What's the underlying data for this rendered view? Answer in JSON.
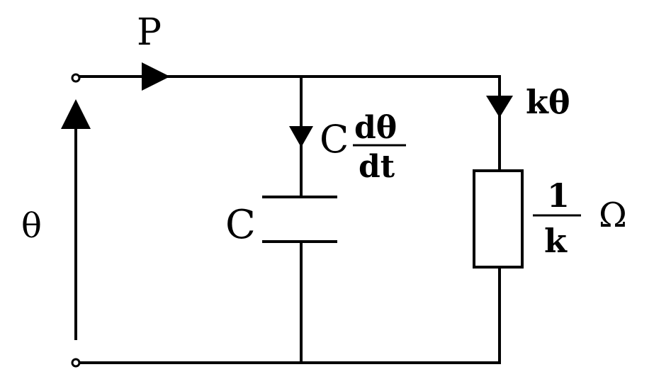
{
  "labels": {
    "power": "P",
    "temperature": "θ",
    "heat_capacity": "C",
    "cap_current_coeff": "C",
    "cap_current_num": "dθ",
    "cap_current_den": "dt",
    "resistor_current": "kθ",
    "resistance_num": "1",
    "resistance_den": "k",
    "ohm_unit": "Ω"
  }
}
